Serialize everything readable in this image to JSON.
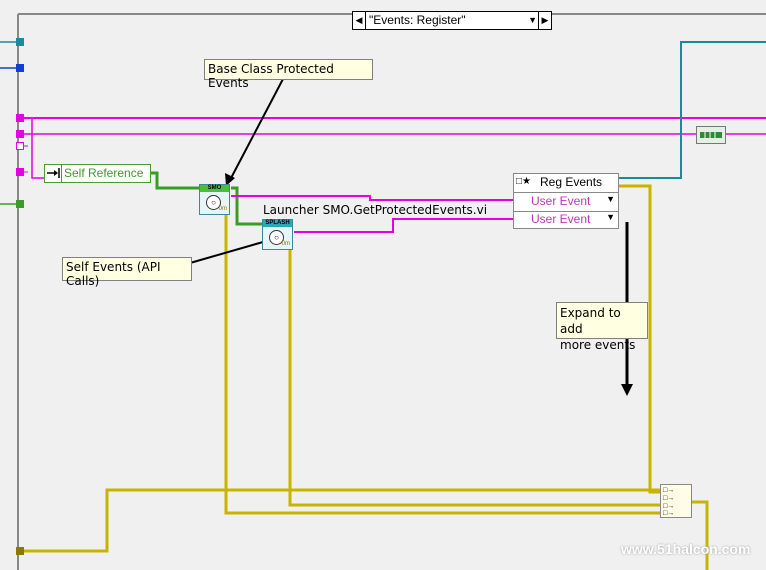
{
  "case_selector": {
    "value": "\"Events: Register\"",
    "prev_icon": "triangle-left",
    "next_icon": "triangle-right",
    "dropdown_icon": "triangle-down"
  },
  "notes": {
    "base_class": "Base Class Protected Events",
    "self_events": "Self Events (API Calls)",
    "expand": [
      "Expand to add",
      "more events"
    ]
  },
  "self_reference": {
    "label": "Self Reference",
    "icon": "arrow-right-into-bar"
  },
  "smo_vi": {
    "banner": "SMO",
    "tag": "0m"
  },
  "splash_vi": {
    "banner": "SPLASH",
    "tag": "0m",
    "label": "Launcher SMO.GetProtectedEvents.vi"
  },
  "reg_events": {
    "title": "Reg Events",
    "rows": [
      "User Event",
      "User Event"
    ]
  },
  "watermark": "www.51halcon.com",
  "colors": {
    "diagram_bg": "#f0f0f0",
    "class_wire": "#3c9b28",
    "event_wire": "#e600e6",
    "refnum_wire": "#1c8a9a",
    "error_wire": "#c8b400",
    "note_bg": "#ffffe1"
  }
}
